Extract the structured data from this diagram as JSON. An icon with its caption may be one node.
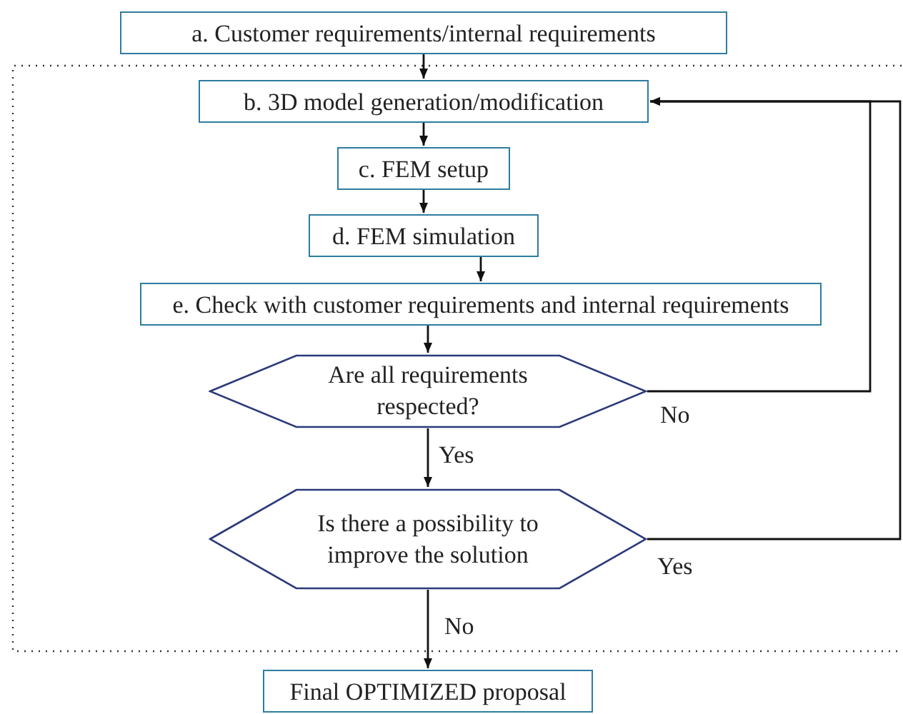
{
  "diagram": {
    "nodes": [
      {
        "text": [
          "a. Customer requirements/internal requirements"
        ]
      },
      {
        "text": [
          "b. 3D model generation/modification"
        ]
      },
      {
        "text": [
          "c. FEM setup"
        ]
      },
      {
        "text": [
          "d. FEM simulation"
        ]
      },
      {
        "text": [
          "e. Check with customer requirements and internal requirements"
        ]
      },
      {
        "text": [
          "Are all requirements respected?"
        ]
      },
      {
        "text": [
          "Is there a possibility to improve the solution"
        ]
      },
      {
        "text": [
          "Final OPTIMIZED proposal"
        ]
      }
    ],
    "edges": [
      {
        "from": 0,
        "to": 1,
        "arrow": "to"
      },
      {
        "from": 1,
        "to": 2,
        "arrow": "to"
      },
      {
        "from": 2,
        "to": 3,
        "arrow": "to"
      },
      {
        "from": 3,
        "to": 4,
        "arrow": "to"
      },
      {
        "from": 4,
        "to": 5,
        "arrow": "to"
      },
      {
        "from": 5,
        "to": 6,
        "arrow": "to",
        "label": "Yes"
      },
      {
        "from": 5,
        "to": 1,
        "arrow": "to",
        "label": "No"
      },
      {
        "from": 6,
        "to": 1,
        "arrow": "to",
        "label": "Yes"
      },
      {
        "from": 6,
        "to": 7,
        "arrow": "to",
        "label": "No"
      }
    ]
  }
}
